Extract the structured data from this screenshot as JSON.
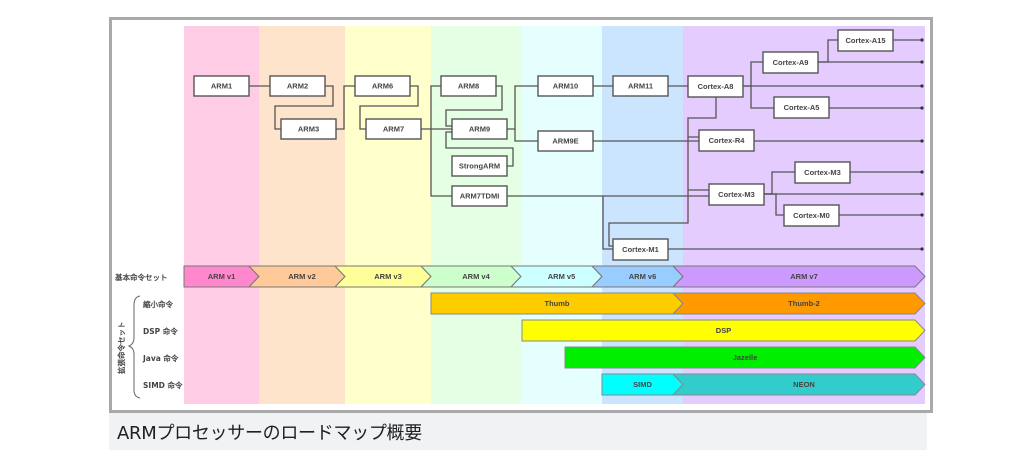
{
  "caption": "ARMプロセッサーのロードマップ概要",
  "row_labels": {
    "base": "基本命令セット",
    "extended_group": "拡張命令セット",
    "thumb": "縮小命令",
    "dsp": "DSP 命令",
    "java": "Java 命令",
    "simd": "SIMD 命令"
  },
  "architectures": [
    {
      "id": "v1",
      "label": "ARM v1",
      "color": "#ff88cc",
      "band": "#ffcce6"
    },
    {
      "id": "v2",
      "label": "ARM v2",
      "color": "#ffc999",
      "band": "#ffe4cc"
    },
    {
      "id": "v3",
      "label": "ARM v3",
      "color": "#ffff99",
      "band": "#ffffcc"
    },
    {
      "id": "v4",
      "label": "ARM v4",
      "color": "#ccffcc",
      "band": "#e5ffe5"
    },
    {
      "id": "v5",
      "label": "ARM v5",
      "color": "#ccffff",
      "band": "#e5ffff"
    },
    {
      "id": "v6",
      "label": "ARM v6",
      "color": "#99ccff",
      "band": "#cce5ff"
    },
    {
      "id": "v7",
      "label": "ARM v7",
      "color": "#cc99ff",
      "band": "#e5ccff"
    }
  ],
  "extensions": [
    {
      "id": "thumb",
      "label": "Thumb",
      "color": "#ffcc00",
      "start_arch": "v4",
      "end_arch": "v6"
    },
    {
      "id": "thumb2",
      "label": "Thumb-2",
      "color": "#ff9900",
      "start_arch": "v7",
      "end_arch": "v7"
    },
    {
      "id": "dsp",
      "label": "DSP",
      "color": "#ffff00",
      "start_arch": "v5",
      "end_arch": "v7"
    },
    {
      "id": "jazelle",
      "label": "Jazelle",
      "color": "#00ee00",
      "start_arch": "v5 (late)",
      "end_arch": "v7"
    },
    {
      "id": "simd",
      "label": "SIMD",
      "color": "#00ffff",
      "start_arch": "v6",
      "end_arch": "v6"
    },
    {
      "id": "neon",
      "label": "NEON",
      "color": "#33cccc",
      "start_arch": "v7",
      "end_arch": "v7"
    }
  ],
  "processors": [
    {
      "id": "arm1",
      "label": "ARM1",
      "arch": "v1"
    },
    {
      "id": "arm2",
      "label": "ARM2",
      "arch": "v2"
    },
    {
      "id": "arm3",
      "label": "ARM3",
      "arch": "v2"
    },
    {
      "id": "arm6",
      "label": "ARM6",
      "arch": "v3"
    },
    {
      "id": "arm7",
      "label": "ARM7",
      "arch": "v3"
    },
    {
      "id": "arm8",
      "label": "ARM8",
      "arch": "v4"
    },
    {
      "id": "arm9",
      "label": "ARM9",
      "arch": "v4"
    },
    {
      "id": "strongarm",
      "label": "StrongARM",
      "arch": "v4"
    },
    {
      "id": "arm7tdmi",
      "label": "ARM7TDMI",
      "arch": "v4"
    },
    {
      "id": "arm10",
      "label": "ARM10",
      "arch": "v5"
    },
    {
      "id": "arm9e",
      "label": "ARM9E",
      "arch": "v5"
    },
    {
      "id": "arm11",
      "label": "ARM11",
      "arch": "v6"
    },
    {
      "id": "cortex_m1",
      "label": "Cortex-M1",
      "arch": "v6"
    },
    {
      "id": "cortex_a8",
      "label": "Cortex-A8",
      "arch": "v7"
    },
    {
      "id": "cortex_a9",
      "label": "Cortex-A9",
      "arch": "v7"
    },
    {
      "id": "cortex_a15",
      "label": "Cortex-A15",
      "arch": "v7"
    },
    {
      "id": "cortex_a5",
      "label": "Cortex-A5",
      "arch": "v7"
    },
    {
      "id": "cortex_r4",
      "label": "Cortex-R4",
      "arch": "v7"
    },
    {
      "id": "cortex_m3",
      "label": "Cortex-M3",
      "arch": "v7"
    },
    {
      "id": "cortex_m3b",
      "label": "Cortex-M3",
      "arch": "v7"
    },
    {
      "id": "cortex_m0",
      "label": "Cortex-M0",
      "arch": "v7"
    }
  ],
  "edges": [
    [
      "arm1",
      "arm2"
    ],
    [
      "arm2",
      "arm3"
    ],
    [
      "arm3",
      "arm6"
    ],
    [
      "arm6",
      "arm7"
    ],
    [
      "arm7",
      "arm8"
    ],
    [
      "arm7",
      "arm9"
    ],
    [
      "arm7",
      "arm7tdmi"
    ],
    [
      "arm8",
      "arm9"
    ],
    [
      "strongarm",
      "arm9"
    ],
    [
      "arm9",
      "arm10"
    ],
    [
      "arm9",
      "arm9e"
    ],
    [
      "arm10",
      "arm11"
    ],
    [
      "arm11",
      "cortex_a8"
    ],
    [
      "arm9e",
      "cortex_r4"
    ],
    [
      "arm7tdmi",
      "cortex_m3"
    ],
    [
      "arm7tdmi",
      "cortex_m1"
    ],
    [
      "cortex_a8",
      "cortex_a9"
    ],
    [
      "cortex_a8",
      "cortex_a5"
    ],
    [
      "cortex_a9",
      "cortex_a15"
    ],
    [
      "cortex_a8",
      "cortex_r4"
    ],
    [
      "cortex_a8",
      "cortex_m3"
    ],
    [
      "cortex_a8",
      "cortex_m1"
    ],
    [
      "cortex_m3",
      "cortex_m3b"
    ],
    [
      "cortex_m3",
      "cortex_m0"
    ]
  ]
}
